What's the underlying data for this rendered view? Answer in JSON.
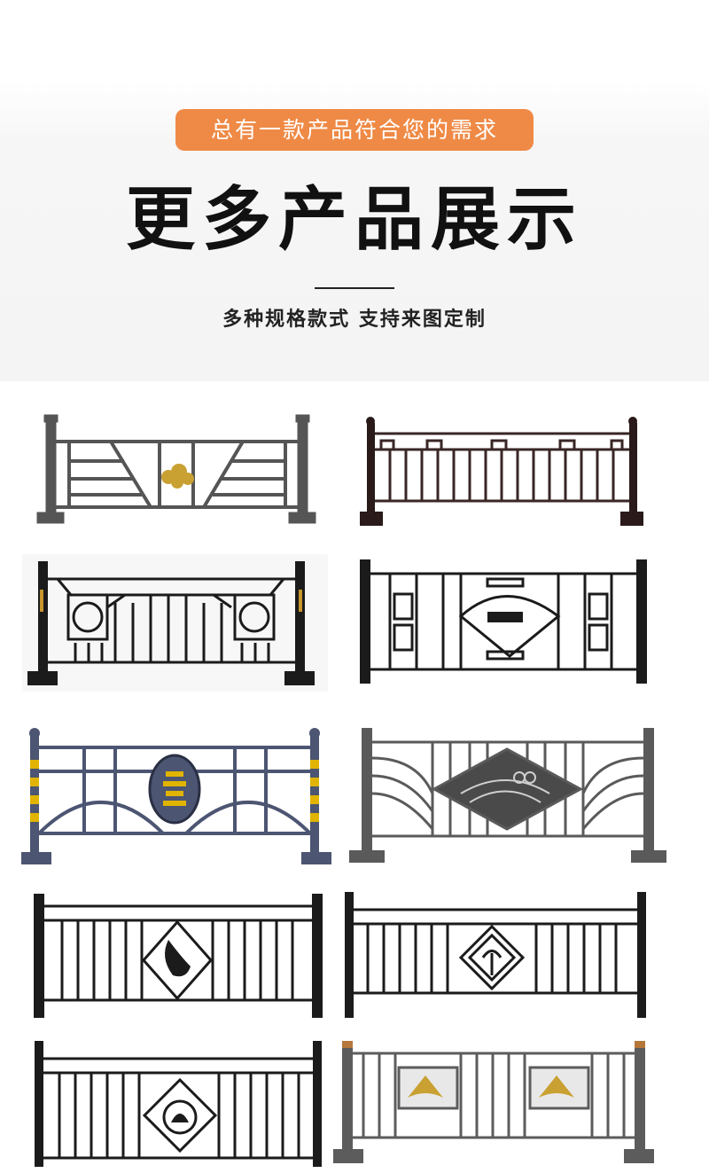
{
  "header": {
    "badge_text": "总有一款产品符合您的需求",
    "title": "更多产品展示",
    "subtitle": "多种规格款式 支持来图定制"
  },
  "colors": {
    "badge": "#ef8a46",
    "title": "#111111",
    "rail_dark": "#1b1b1b",
    "rail_grey": "#5a5a5a",
    "rail_blue": "#4c5572",
    "gold": "#c9a032",
    "yellow_stripe": "#e0b400"
  },
  "products": [
    {
      "style": "grey-diagonal-cloud"
    },
    {
      "style": "brown-meander-top"
    },
    {
      "style": "black-seal-panels"
    },
    {
      "style": "black-lattice-landmark"
    },
    {
      "style": "blue-oval-emblem"
    },
    {
      "style": "grey-diamond-waves"
    },
    {
      "style": "black-diamond-figure"
    },
    {
      "style": "black-diamond-motif"
    },
    {
      "style": "black-diamond-figure-small"
    },
    {
      "style": "grey-gold-panels"
    }
  ]
}
